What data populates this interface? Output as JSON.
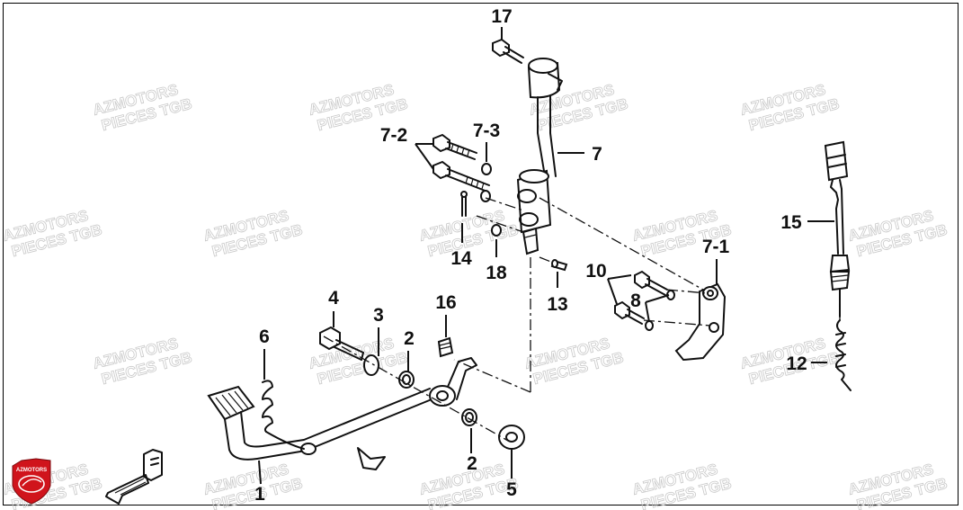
{
  "watermark": {
    "line1": "AZMOTORS",
    "line2": "PIECES TGB"
  },
  "logo": {
    "text": "AZMOTORS",
    "color": "#d0141c"
  },
  "callouts": {
    "c1": "1",
    "c2a": "2",
    "c2b": "2",
    "c3": "3",
    "c4": "4",
    "c5": "5",
    "c6": "6",
    "c7": "7",
    "c7_1": "7-1",
    "c7_2": "7-2",
    "c7_3": "7-3",
    "c8": "8",
    "c10": "10",
    "c12": "12",
    "c13": "13",
    "c14": "14",
    "c15": "15",
    "c16": "16",
    "c17": "17",
    "c18": "18"
  }
}
